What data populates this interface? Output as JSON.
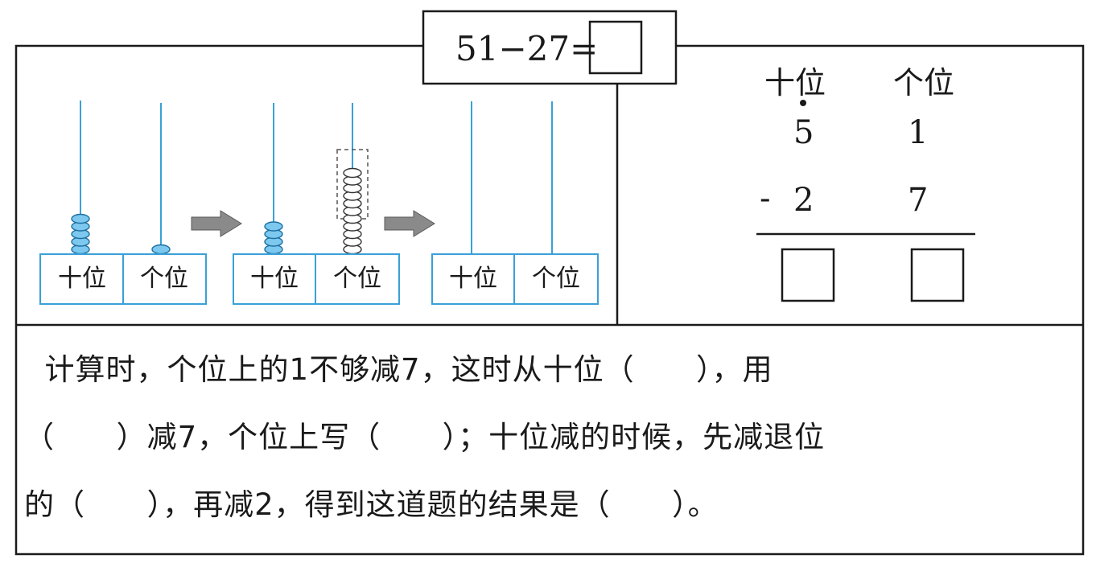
{
  "equation": {
    "text": "51−27="
  },
  "abacus": {
    "tens_label": "十位",
    "ones_label": "个位"
  },
  "vertical": {
    "tens_header": "十位",
    "ones_header": "个位",
    "top_tens": "5",
    "top_ones": "1",
    "minus": "-",
    "bottom_tens": "2",
    "bottom_ones": "7"
  },
  "paragraph": {
    "line1": "  计算时，个位上的1不够减7，这时从十位（      ），用",
    "line2": "（      ）减7，个位上写（      ）；十位减的时候，先减退位",
    "line3": "的（      ），再减2，得到这道题的结果是（      ）。"
  },
  "colors": {
    "rod": "#3aa0d8",
    "bead": "#7cc8ef",
    "box_border": "#3aa0d8",
    "arrow": "#8a8a8a"
  }
}
